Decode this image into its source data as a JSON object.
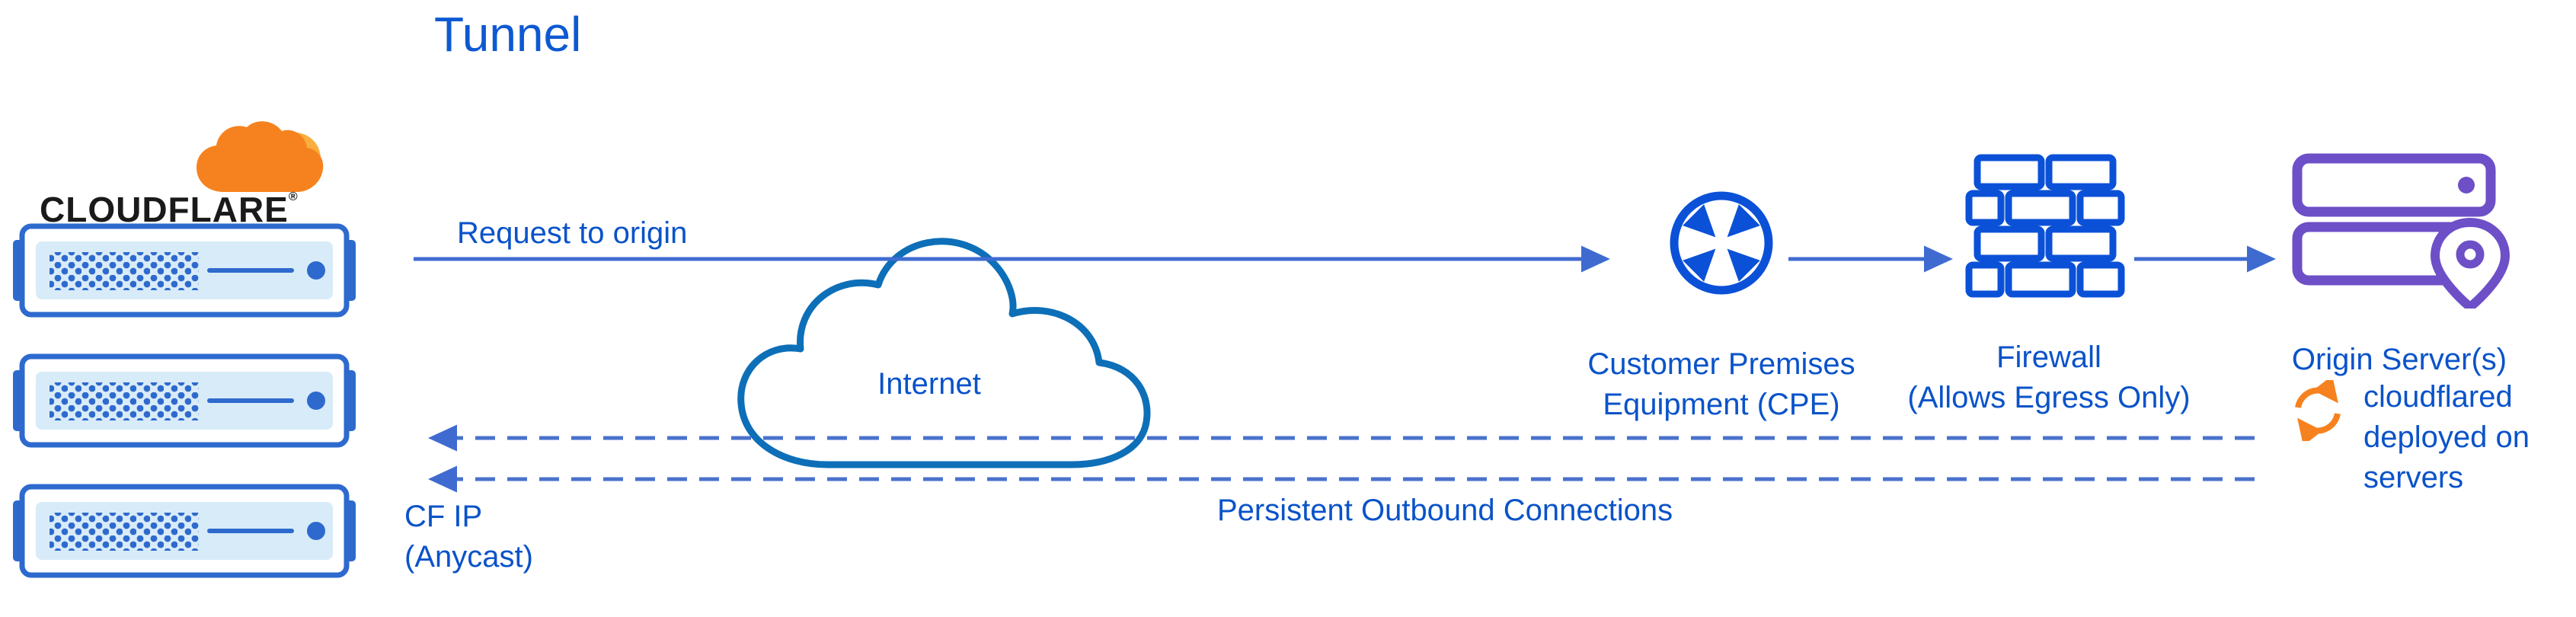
{
  "title": "Tunnel",
  "brand": {
    "name": "CLOUDFLARE",
    "registered": "®"
  },
  "nodes": {
    "internet": "Internet",
    "cpe": {
      "line1": "Customer Premises",
      "line2": "Equipment (CPE)"
    },
    "firewall": {
      "line1": "Firewall",
      "line2": "(Allows Egress Only)"
    },
    "origin": {
      "label": "Origin Server(s)"
    },
    "cf_ip": {
      "line1": "CF IP",
      "line2": "(Anycast)"
    },
    "cloudflared": {
      "line1": "cloudflared",
      "line2": "deployed on",
      "line3": "servers"
    }
  },
  "flows": {
    "request": "Request to origin",
    "persistent": "Persistent Outbound Connections"
  },
  "icons": {
    "logo": "cloudflare-logo",
    "edge_servers": "server-icon",
    "internet": "internet-cloud-icon",
    "cpe": "cpe-router-icon",
    "firewall": "firewall-brick-icon",
    "origin": "origin-server-icon",
    "pin": "location-pin-icon",
    "sync": "sync-arrows-icon"
  },
  "colors": {
    "text_blue": "#0a53c9",
    "line_blue": "#3f6bd1",
    "icon_blue": "#0b51d8",
    "cloud_blue": "#0d6fb8",
    "server_blue": "#2e6ace",
    "server_fill": "#d8ebf8",
    "purple": "#6d4fc7",
    "orange": "#f6821f",
    "orange_light": "#faae40",
    "logo_text": "#1a1a1a"
  }
}
